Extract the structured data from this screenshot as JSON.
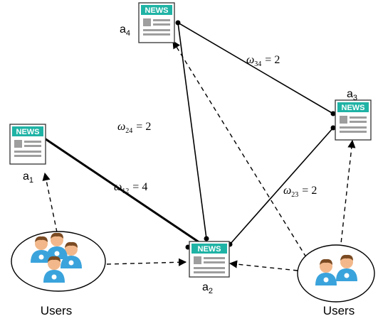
{
  "articles": {
    "a1": {
      "label": "a",
      "sub": "1",
      "badge": "NEWS"
    },
    "a2": {
      "label": "a",
      "sub": "2",
      "badge": "NEWS"
    },
    "a3": {
      "label": "a",
      "sub": "3",
      "badge": "NEWS"
    },
    "a4": {
      "label": "a",
      "sub": "4",
      "badge": "NEWS"
    }
  },
  "edges": {
    "e12": {
      "symbol": "ω",
      "sub": "12",
      "value": "= 4"
    },
    "e24": {
      "symbol": "ω",
      "sub": "24",
      "value": "= 2"
    },
    "e23": {
      "symbol": "ω",
      "sub": "23",
      "value": "= 2"
    },
    "e34": {
      "symbol": "ω",
      "sub": "34",
      "value": "= 2"
    }
  },
  "user_groups": {
    "left": {
      "label": "Users"
    },
    "right": {
      "label": "Users"
    }
  },
  "colors": {
    "news_header": "#1fb3a5",
    "doc_lines": "#9e9e9e",
    "bird_blue": "#3aa3dc",
    "skin": "#f2b88b",
    "hair": "#7a4a22"
  }
}
